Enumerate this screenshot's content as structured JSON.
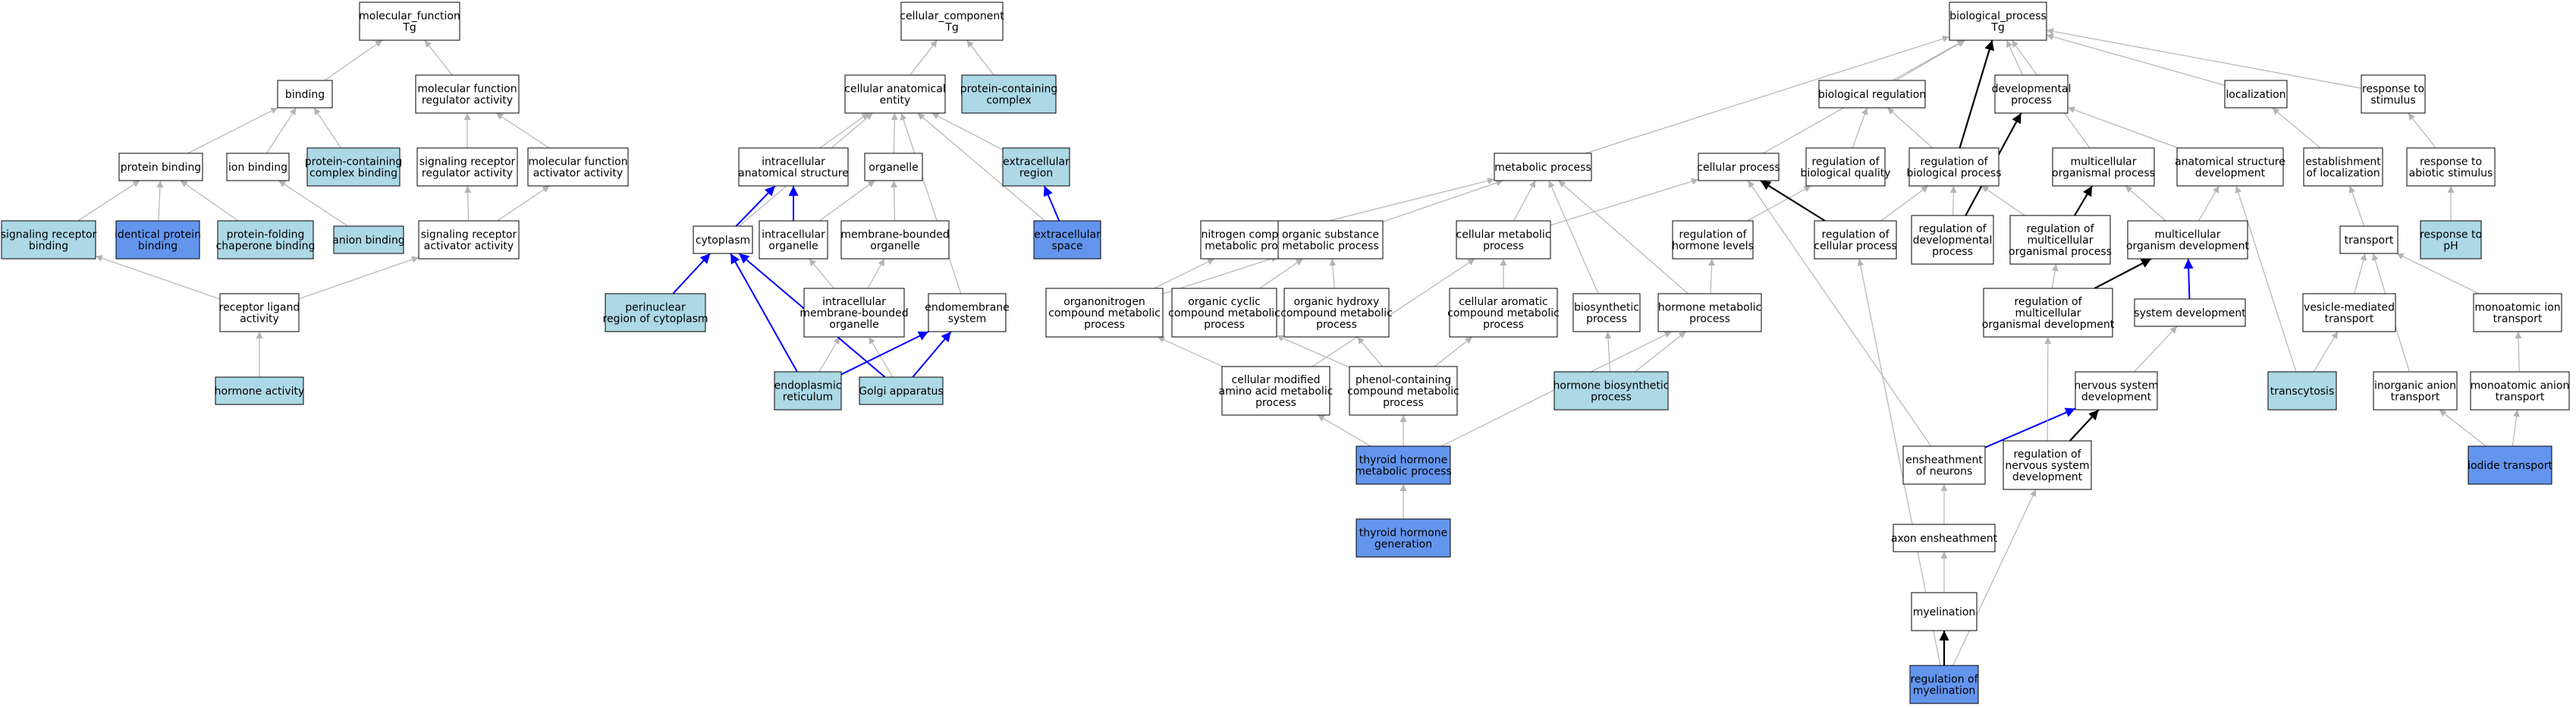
{
  "colors": {
    "white": "#ffffff",
    "light": "#add8e6",
    "dark": "#6495ed",
    "gray_edge": "#b4b4b4",
    "black_edge": "#000000",
    "blue_edge": "#0000ff"
  },
  "nodes": [
    {
      "id": "mf",
      "lines": [
        "molecular_function",
        "Tg"
      ],
      "fill": "white"
    },
    {
      "id": "binding",
      "lines": [
        "binding"
      ],
      "fill": "white"
    },
    {
      "id": "mfra",
      "lines": [
        "molecular function",
        "regulator activity"
      ],
      "fill": "white"
    },
    {
      "id": "protbind",
      "lines": [
        "protein binding"
      ],
      "fill": "white"
    },
    {
      "id": "ionbind",
      "lines": [
        "ion binding"
      ],
      "fill": "white"
    },
    {
      "id": "pccbind",
      "lines": [
        "protein-containing",
        "complex binding"
      ],
      "fill": "light"
    },
    {
      "id": "srra",
      "lines": [
        "signaling receptor",
        "regulator activity"
      ],
      "fill": "white"
    },
    {
      "id": "mfaa",
      "lines": [
        "molecular function",
        "activator activity"
      ],
      "fill": "white"
    },
    {
      "id": "srbind",
      "lines": [
        "signaling receptor",
        "binding"
      ],
      "fill": "light"
    },
    {
      "id": "idprot",
      "lines": [
        "identical protein",
        "binding"
      ],
      "fill": "dark"
    },
    {
      "id": "pfcbind",
      "lines": [
        "protein-folding",
        "chaperone binding"
      ],
      "fill": "light"
    },
    {
      "id": "anionbind",
      "lines": [
        "anion binding"
      ],
      "fill": "light"
    },
    {
      "id": "sraa",
      "lines": [
        "signaling receptor",
        "activator activity"
      ],
      "fill": "white"
    },
    {
      "id": "rla",
      "lines": [
        "receptor ligand",
        "activity"
      ],
      "fill": "white"
    },
    {
      "id": "hormact",
      "lines": [
        "hormone activity"
      ],
      "fill": "light"
    },
    {
      "id": "cc",
      "lines": [
        "cellular_component",
        "Tg"
      ],
      "fill": "white"
    },
    {
      "id": "cae",
      "lines": [
        "cellular anatomical",
        "entity"
      ],
      "fill": "white"
    },
    {
      "id": "pcc",
      "lines": [
        "protein-containing",
        "complex"
      ],
      "fill": "light"
    },
    {
      "id": "ias",
      "lines": [
        "intracellular",
        "anatomical structure"
      ],
      "fill": "white"
    },
    {
      "id": "organelle",
      "lines": [
        "organelle"
      ],
      "fill": "white"
    },
    {
      "id": "exreg",
      "lines": [
        "extracellular",
        "region"
      ],
      "fill": "light"
    },
    {
      "id": "cyto",
      "lines": [
        "cytoplasm"
      ],
      "fill": "white"
    },
    {
      "id": "intorg",
      "lines": [
        "intracellular",
        "organelle"
      ],
      "fill": "white"
    },
    {
      "id": "mbo",
      "lines": [
        "membrane-bounded",
        "organelle"
      ],
      "fill": "white"
    },
    {
      "id": "exspace",
      "lines": [
        "extracellular",
        "space"
      ],
      "fill": "dark"
    },
    {
      "id": "perinuc",
      "lines": [
        "perinuclear",
        "region of cytoplasm"
      ],
      "fill": "light"
    },
    {
      "id": "imbo",
      "lines": [
        "intracellular",
        "membrane-bounded",
        "organelle"
      ],
      "fill": "white"
    },
    {
      "id": "endomem",
      "lines": [
        "endomembrane",
        "system"
      ],
      "fill": "white"
    },
    {
      "id": "er",
      "lines": [
        "endoplasmic",
        "reticulum"
      ],
      "fill": "light"
    },
    {
      "id": "golgi",
      "lines": [
        "Golgi apparatus"
      ],
      "fill": "light"
    },
    {
      "id": "bp",
      "lines": [
        "biological_process",
        "Tg"
      ],
      "fill": "white"
    },
    {
      "id": "metproc",
      "lines": [
        "metabolic process"
      ],
      "fill": "white"
    },
    {
      "id": "cellproc",
      "lines": [
        "cellular process"
      ],
      "fill": "white"
    },
    {
      "id": "bioreg",
      "lines": [
        "biological regulation"
      ],
      "fill": "white"
    },
    {
      "id": "regbq",
      "lines": [
        "regulation of",
        "biological quality"
      ],
      "fill": "white"
    },
    {
      "id": "regbp",
      "lines": [
        "regulation of",
        "biological process"
      ],
      "fill": "white"
    },
    {
      "id": "devproc",
      "lines": [
        "developmental",
        "process"
      ],
      "fill": "white"
    },
    {
      "id": "mop",
      "lines": [
        "multicellular",
        "organismal process"
      ],
      "fill": "white"
    },
    {
      "id": "asd",
      "lines": [
        "anatomical structure",
        "development"
      ],
      "fill": "white"
    },
    {
      "id": "local",
      "lines": [
        "localization"
      ],
      "fill": "white"
    },
    {
      "id": "estloc",
      "lines": [
        "establishment",
        "of localization"
      ],
      "fill": "white"
    },
    {
      "id": "respstim",
      "lines": [
        "response to",
        "stimulus"
      ],
      "fill": "white"
    },
    {
      "id": "respabio",
      "lines": [
        "response to",
        "abiotic stimulus"
      ],
      "fill": "white"
    },
    {
      "id": "respph",
      "lines": [
        "response to",
        "pH"
      ],
      "fill": "light"
    },
    {
      "id": "ncmp",
      "lines": [
        "nitrogen compound",
        "metabolic process"
      ],
      "fill": "white"
    },
    {
      "id": "osmp",
      "lines": [
        "organic substance",
        "metabolic process"
      ],
      "fill": "white"
    },
    {
      "id": "cmp",
      "lines": [
        "cellular metabolic",
        "process"
      ],
      "fill": "white"
    },
    {
      "id": "reghl",
      "lines": [
        "regulation of",
        "hormone levels"
      ],
      "fill": "white"
    },
    {
      "id": "regcp",
      "lines": [
        "regulation of",
        "cellular process"
      ],
      "fill": "white"
    },
    {
      "id": "regdp",
      "lines": [
        "regulation of",
        "developmental",
        "process"
      ],
      "fill": "white"
    },
    {
      "id": "regmop",
      "lines": [
        "regulation of",
        "multicellular",
        "organismal process"
      ],
      "fill": "white"
    },
    {
      "id": "mod",
      "lines": [
        "multicellular",
        "organism development"
      ],
      "fill": "white"
    },
    {
      "id": "transport",
      "lines": [
        "transport"
      ],
      "fill": "white"
    },
    {
      "id": "oncmp",
      "lines": [
        "organonitrogen",
        "compound metabolic",
        "process"
      ],
      "fill": "white"
    },
    {
      "id": "occmp",
      "lines": [
        "organic cyclic",
        "compound metabolic",
        "process"
      ],
      "fill": "white"
    },
    {
      "id": "ohcmp",
      "lines": [
        "organic hydroxy",
        "compound metabolic",
        "process"
      ],
      "fill": "white"
    },
    {
      "id": "caromp",
      "lines": [
        "cellular aromatic",
        "compound metabolic",
        "process"
      ],
      "fill": "white"
    },
    {
      "id": "biosyn",
      "lines": [
        "biosynthetic",
        "process"
      ],
      "fill": "white"
    },
    {
      "id": "hormmp",
      "lines": [
        "hormone metabolic",
        "process"
      ],
      "fill": "white"
    },
    {
      "id": "regmod",
      "lines": [
        "regulation of",
        "multicellular",
        "organismal development"
      ],
      "fill": "white"
    },
    {
      "id": "sysdev",
      "lines": [
        "system development"
      ],
      "fill": "white"
    },
    {
      "id": "vmt",
      "lines": [
        "vesicle-mediated",
        "transport"
      ],
      "fill": "white"
    },
    {
      "id": "monoion",
      "lines": [
        "monoatomic ion",
        "transport"
      ],
      "fill": "white"
    },
    {
      "id": "cmaamp",
      "lines": [
        "cellular modified",
        "amino acid metabolic",
        "process"
      ],
      "fill": "white"
    },
    {
      "id": "pccmp",
      "lines": [
        "phenol-containing",
        "compound metabolic",
        "process"
      ],
      "fill": "white"
    },
    {
      "id": "hormbio",
      "lines": [
        "hormone biosynthetic",
        "process"
      ],
      "fill": "light"
    },
    {
      "id": "nsd",
      "lines": [
        "nervous system",
        "development"
      ],
      "fill": "white"
    },
    {
      "id": "transcyt",
      "lines": [
        "transcytosis"
      ],
      "fill": "light"
    },
    {
      "id": "inorgan",
      "lines": [
        "inorganic anion",
        "transport"
      ],
      "fill": "white"
    },
    {
      "id": "monoanion",
      "lines": [
        "monoatomic anion",
        "transport"
      ],
      "fill": "white"
    },
    {
      "id": "thmp",
      "lines": [
        "thyroid hormone",
        "metabolic process"
      ],
      "fill": "dark"
    },
    {
      "id": "ensh",
      "lines": [
        "ensheathment",
        "of neurons"
      ],
      "fill": "white"
    },
    {
      "id": "regnsd",
      "lines": [
        "regulation of",
        "nervous system",
        "development"
      ],
      "fill": "white"
    },
    {
      "id": "iodide",
      "lines": [
        "iodide transport"
      ],
      "fill": "dark"
    },
    {
      "id": "thgen",
      "lines": [
        "thyroid hormone",
        "generation"
      ],
      "fill": "dark"
    },
    {
      "id": "axon",
      "lines": [
        "axon ensheathment"
      ],
      "fill": "white"
    },
    {
      "id": "myel",
      "lines": [
        "myelination"
      ],
      "fill": "white"
    },
    {
      "id": "regmyel",
      "lines": [
        "regulation of",
        "myelination"
      ],
      "fill": "dark"
    }
  ],
  "edges": [
    [
      "binding",
      "mf",
      "gray"
    ],
    [
      "mfra",
      "mf",
      "gray"
    ],
    [
      "protbind",
      "binding",
      "gray"
    ],
    [
      "ionbind",
      "binding",
      "gray"
    ],
    [
      "pccbind",
      "binding",
      "gray"
    ],
    [
      "srra",
      "mfra",
      "gray"
    ],
    [
      "mfaa",
      "mfra",
      "gray"
    ],
    [
      "srbind",
      "protbind",
      "gray"
    ],
    [
      "idprot",
      "protbind",
      "gray"
    ],
    [
      "pfcbind",
      "protbind",
      "gray"
    ],
    [
      "anionbind",
      "ionbind",
      "gray"
    ],
    [
      "sraa",
      "srra",
      "gray"
    ],
    [
      "sraa",
      "mfaa",
      "gray"
    ],
    [
      "rla",
      "srbind",
      "gray"
    ],
    [
      "rla",
      "sraa",
      "gray"
    ],
    [
      "hormact",
      "rla",
      "gray"
    ],
    [
      "cae",
      "cc",
      "gray"
    ],
    [
      "pcc",
      "cc",
      "gray"
    ],
    [
      "ias",
      "cae",
      "gray"
    ],
    [
      "organelle",
      "cae",
      "gray"
    ],
    [
      "exreg",
      "cae",
      "gray"
    ],
    [
      "cyto",
      "cae",
      "gray"
    ],
    [
      "exspace",
      "cae",
      "gray"
    ],
    [
      "endomem",
      "cae",
      "gray"
    ],
    [
      "cyto",
      "ias",
      "blue"
    ],
    [
      "intorg",
      "ias",
      "blue"
    ],
    [
      "intorg",
      "organelle",
      "gray"
    ],
    [
      "mbo",
      "organelle",
      "gray"
    ],
    [
      "exspace",
      "exreg",
      "blue"
    ],
    [
      "perinuc",
      "cyto",
      "blue"
    ],
    [
      "imbo",
      "intorg",
      "gray"
    ],
    [
      "imbo",
      "mbo",
      "gray"
    ],
    [
      "er",
      "imbo",
      "gray"
    ],
    [
      "golgi",
      "imbo",
      "gray"
    ],
    [
      "er",
      "cyto",
      "blue"
    ],
    [
      "golgi",
      "cyto",
      "blue"
    ],
    [
      "er",
      "endomem",
      "blue"
    ],
    [
      "golgi",
      "endomem",
      "blue"
    ],
    [
      "metproc",
      "bp",
      "gray"
    ],
    [
      "cellproc",
      "bp",
      "gray"
    ],
    [
      "bioreg",
      "bp",
      "gray"
    ],
    [
      "devproc",
      "bp",
      "gray"
    ],
    [
      "mop",
      "bp",
      "gray"
    ],
    [
      "local",
      "bp",
      "gray"
    ],
    [
      "respstim",
      "bp",
      "gray"
    ],
    [
      "regbp",
      "bp",
      "black"
    ],
    [
      "regbq",
      "bioreg",
      "gray"
    ],
    [
      "regbp",
      "bioreg",
      "gray"
    ],
    [
      "asd",
      "devproc",
      "gray"
    ],
    [
      "regdp",
      "devproc",
      "black"
    ],
    [
      "estloc",
      "local",
      "gray"
    ],
    [
      "respabio",
      "respstim",
      "gray"
    ],
    [
      "respph",
      "respabio",
      "gray"
    ],
    [
      "ncmp",
      "metproc",
      "gray"
    ],
    [
      "osmp",
      "metproc",
      "gray"
    ],
    [
      "cmp",
      "metproc",
      "gray"
    ],
    [
      "biosyn",
      "metproc",
      "gray"
    ],
    [
      "hormmp",
      "metproc",
      "gray"
    ],
    [
      "cmp",
      "cellproc",
      "gray"
    ],
    [
      "reghl",
      "regbq",
      "gray"
    ],
    [
      "regcp",
      "cellproc",
      "black"
    ],
    [
      "regcp",
      "regbp",
      "gray"
    ],
    [
      "regdp",
      "regbp",
      "gray"
    ],
    [
      "regmop",
      "regbp",
      "gray"
    ],
    [
      "regmop",
      "mop",
      "black"
    ],
    [
      "mod",
      "mop",
      "gray"
    ],
    [
      "mod",
      "asd",
      "gray"
    ],
    [
      "transport",
      "estloc",
      "gray"
    ],
    [
      "oncmp",
      "ncmp",
      "gray"
    ],
    [
      "oncmp",
      "osmp",
      "gray"
    ],
    [
      "occmp",
      "osmp",
      "gray"
    ],
    [
      "ohcmp",
      "osmp",
      "gray"
    ],
    [
      "caromp",
      "cmp",
      "gray"
    ],
    [
      "hormmp",
      "reghl",
      "gray"
    ],
    [
      "regmod",
      "regmop",
      "gray"
    ],
    [
      "regmod",
      "mod",
      "black"
    ],
    [
      "sysdev",
      "mod",
      "blue"
    ],
    [
      "vmt",
      "transport",
      "gray"
    ],
    [
      "monoion",
      "transport",
      "gray"
    ],
    [
      "cmaamp",
      "oncmp",
      "gray"
    ],
    [
      "cmaamp",
      "cmp",
      "gray"
    ],
    [
      "pccmp",
      "occmp",
      "gray"
    ],
    [
      "pccmp",
      "ohcmp",
      "gray"
    ],
    [
      "pccmp",
      "caromp",
      "gray"
    ],
    [
      "hormbio",
      "biosyn",
      "gray"
    ],
    [
      "hormbio",
      "hormmp",
      "gray"
    ],
    [
      "nsd",
      "sysdev",
      "gray"
    ],
    [
      "transcyt",
      "vmt",
      "gray"
    ],
    [
      "transcyt",
      "asd",
      "gray"
    ],
    [
      "inorgan",
      "transport",
      "gray"
    ],
    [
      "monoanion",
      "monoion",
      "gray"
    ],
    [
      "thmp",
      "cmaamp",
      "gray"
    ],
    [
      "thmp",
      "pccmp",
      "gray"
    ],
    [
      "thmp",
      "hormmp",
      "gray"
    ],
    [
      "ensh",
      "cellproc",
      "gray"
    ],
    [
      "ensh",
      "nsd",
      "blue"
    ],
    [
      "regnsd",
      "regmod",
      "gray"
    ],
    [
      "regnsd",
      "nsd",
      "black"
    ],
    [
      "iodide",
      "inorgan",
      "gray"
    ],
    [
      "iodide",
      "monoanion",
      "gray"
    ],
    [
      "thgen",
      "thmp",
      "gray"
    ],
    [
      "axon",
      "ensh",
      "gray"
    ],
    [
      "myel",
      "axon",
      "gray"
    ],
    [
      "regmyel",
      "myel",
      "black"
    ],
    [
      "regmyel",
      "regcp",
      "gray"
    ],
    [
      "regmyel",
      "regnsd",
      "gray"
    ]
  ]
}
